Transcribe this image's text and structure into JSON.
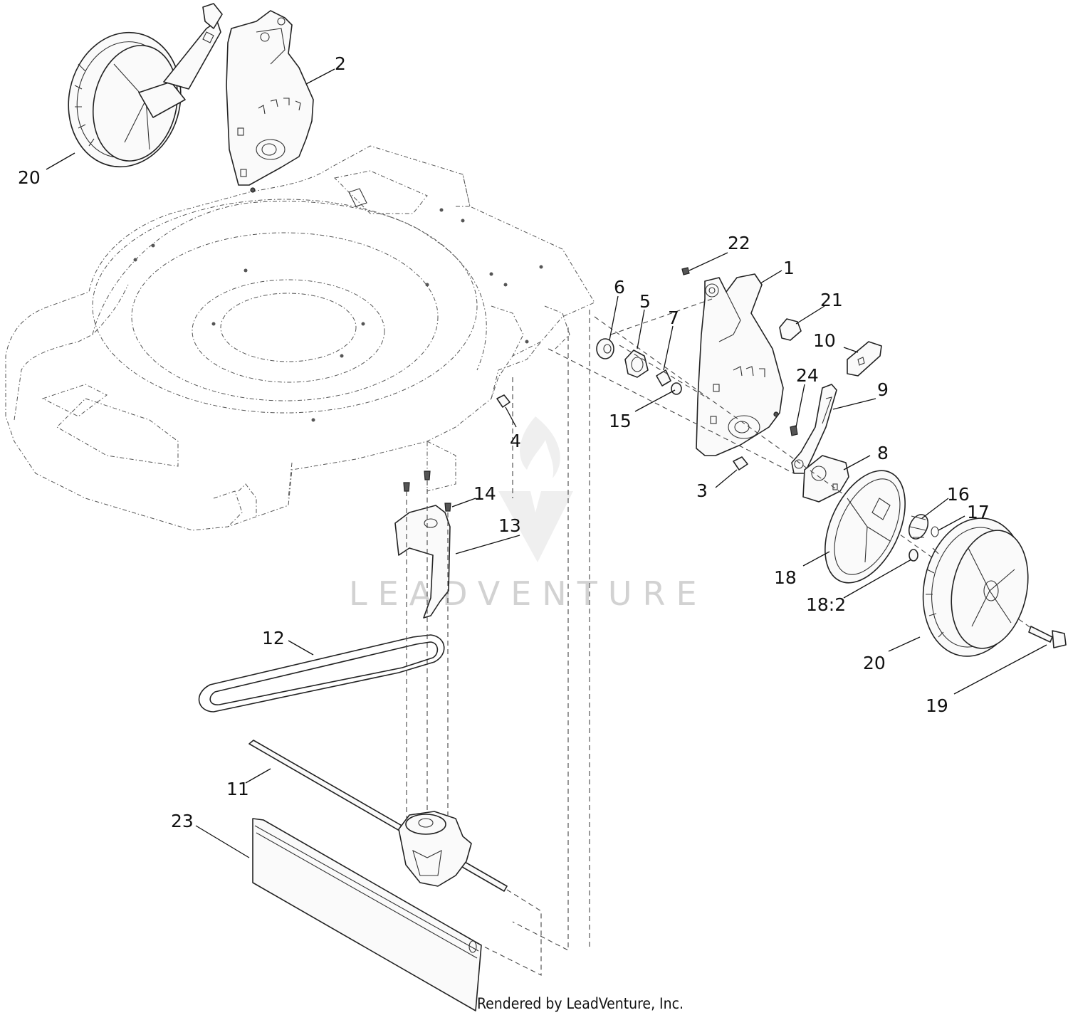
{
  "diagram": {
    "watermark": "LEADVENTURE",
    "credit": "Rendered by LeadVenture, Inc.",
    "callouts": [
      {
        "label": "1"
      },
      {
        "label": "2"
      },
      {
        "label": "3"
      },
      {
        "label": "4"
      },
      {
        "label": "5"
      },
      {
        "label": "6"
      },
      {
        "label": "7"
      },
      {
        "label": "8"
      },
      {
        "label": "9"
      },
      {
        "label": "10"
      },
      {
        "label": "11"
      },
      {
        "label": "12"
      },
      {
        "label": "13"
      },
      {
        "label": "14"
      },
      {
        "label": "15"
      },
      {
        "label": "16"
      },
      {
        "label": "17"
      },
      {
        "label": "18"
      },
      {
        "label": "18:2"
      },
      {
        "label": "19"
      },
      {
        "label": "20"
      },
      {
        "label": "20"
      },
      {
        "label": "21"
      },
      {
        "label": "22"
      },
      {
        "label": "23"
      },
      {
        "label": "24"
      }
    ]
  }
}
